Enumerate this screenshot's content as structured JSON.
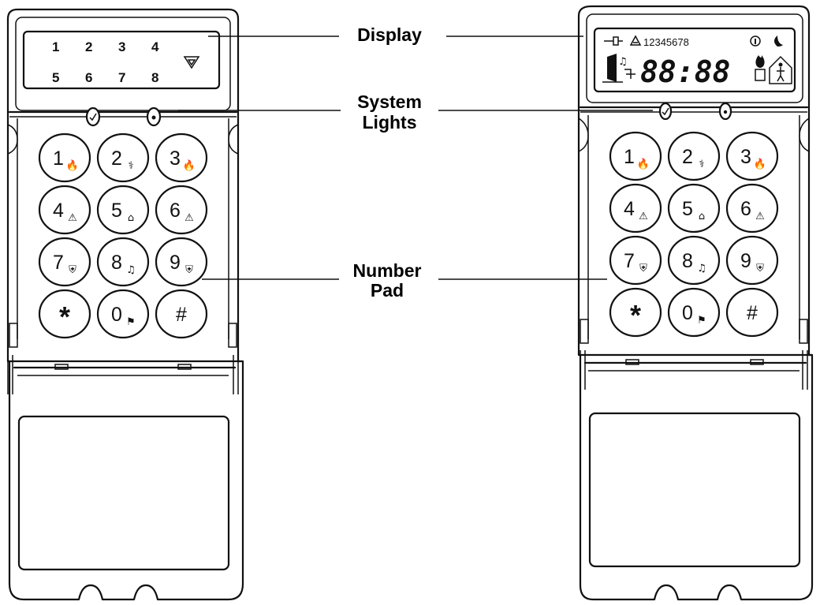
{
  "callouts": {
    "display": "Display",
    "system_lights_line1": "System",
    "system_lights_line2": "Lights",
    "number_pad_line1": "Number",
    "number_pad_line2": "Pad"
  },
  "led_keypad": {
    "zone_numbers": [
      "1",
      "2",
      "3",
      "4",
      "5",
      "6",
      "7",
      "8"
    ],
    "status_lights": [
      "ready-check",
      "armed-lock"
    ]
  },
  "lcd_keypad": {
    "zone_numbers": "12345678",
    "clock_display": "88:88",
    "status_lights": [
      "ready-check",
      "armed-lock"
    ]
  },
  "keys": [
    {
      "label": "1",
      "icon": "fire-icon",
      "glyph": "🔥"
    },
    {
      "label": "2",
      "icon": "medical-icon",
      "glyph": "⚕"
    },
    {
      "label": "3",
      "icon": "fire-icon",
      "glyph": "🔥"
    },
    {
      "label": "4",
      "icon": "warning-icon",
      "glyph": "⚠"
    },
    {
      "label": "5",
      "icon": "home-icon",
      "glyph": "⌂"
    },
    {
      "label": "6",
      "icon": "warning-icon",
      "glyph": "⚠"
    },
    {
      "label": "7",
      "icon": "shield-icon",
      "glyph": "⛨"
    },
    {
      "label": "8",
      "icon": "chime-icon",
      "glyph": "♫"
    },
    {
      "label": "9",
      "icon": "shield-icon",
      "glyph": "⛨"
    },
    {
      "label": "*",
      "icon": "",
      "glyph": ""
    },
    {
      "label": "0",
      "icon": "flag-icon",
      "glyph": "⚑"
    },
    {
      "label": "#",
      "icon": "",
      "glyph": ""
    }
  ]
}
